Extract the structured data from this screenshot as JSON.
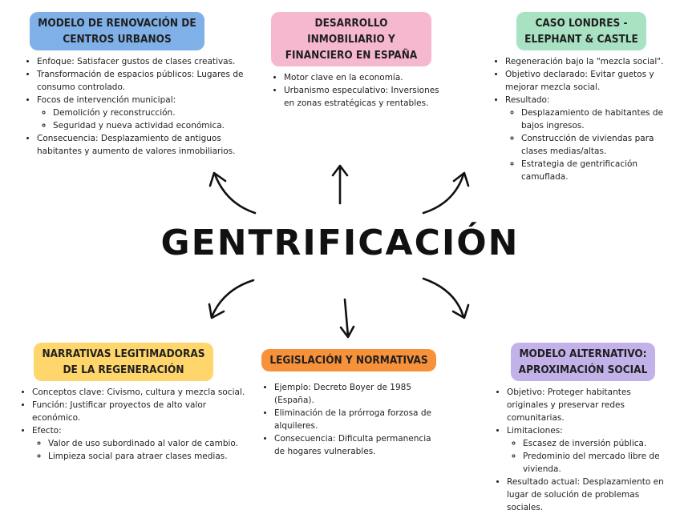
{
  "center": "GENTRIFICACIÓN",
  "nodes": {
    "renovacion": {
      "title": [
        "MODELO DE RENOVACIÓN DE",
        "CENTROS URBANOS"
      ],
      "color": "#7fb0e8",
      "items": [
        {
          "text": "Enfoque: Satisfacer gustos de clases creativas."
        },
        {
          "text": "Transformación de espacios públicos: Lugares de consumo controlado."
        },
        {
          "text": "Focos de intervención municipal:",
          "sub": [
            "Demolición y reconstrucción.",
            "Seguridad y nueva actividad económica."
          ]
        },
        {
          "text": "Consecuencia: Desplazamiento de antiguos habitantes y aumento de valores inmobiliarios."
        }
      ]
    },
    "desarrollo": {
      "title": [
        "DESARROLLO INMOBILIARIO Y",
        "FINANCIERO EN ESPAÑA"
      ],
      "color": "#f6b8cf",
      "items": [
        {
          "text": "Motor clave en la economía."
        },
        {
          "text": "Urbanismo especulativo: Inversiones en zonas estratégicas y rentables."
        }
      ]
    },
    "londres": {
      "title": [
        "CASO LONDRES -",
        "ELEPHANT & CASTLE"
      ],
      "color": "#a8e2c2",
      "items": [
        {
          "text": "Regeneración bajo la \"mezcla social\"."
        },
        {
          "text": "Objetivo declarado: Evitar guetos y mejorar mezcla social."
        },
        {
          "text": "Resultado:",
          "sub": [
            "Desplazamiento de habitantes de bajos ingresos.",
            "Construcción de viviendas para clases medias/altas.",
            "Estrategia de gentrificación camuflada."
          ]
        }
      ]
    },
    "narrativas": {
      "title": [
        "NARRATIVAS LEGITIMADORAS",
        "DE LA REGENERACIÓN"
      ],
      "color": "#ffd66b",
      "items": [
        {
          "text": "Conceptos clave: Civismo, cultura y mezcla social."
        },
        {
          "text": "Función: Justificar proyectos de alto valor económico."
        },
        {
          "text": "Efecto:",
          "sub": [
            "Valor de uso subordinado al valor de cambio.",
            "Limpieza social para atraer clases medias."
          ]
        }
      ]
    },
    "legislacion": {
      "title": [
        "LEGISLACIÓN Y NORMATIVAS"
      ],
      "color": "#f7923b",
      "items": [
        {
          "text": "Ejemplo: Decreto Boyer de 1985 (España)."
        },
        {
          "text": "Eliminación de la prórroga forzosa de alquileres."
        },
        {
          "text": "Consecuencia: Dificulta permanencia de hogares vulnerables."
        }
      ]
    },
    "alternativo": {
      "title": [
        "MODELO ALTERNATIVO:",
        "APROXIMACIÓN SOCIAL"
      ],
      "color": "#c3b2ea",
      "items": [
        {
          "text": "Objetivo: Proteger habitantes originales y preservar redes comunitarias."
        },
        {
          "text": "Limitaciones:",
          "sub": [
            "Escasez de inversión pública.",
            "Predominio del mercado libre de vivienda."
          ]
        },
        {
          "text": "Resultado actual: Desplazamiento en lugar de solución de problemas sociales."
        }
      ]
    }
  }
}
